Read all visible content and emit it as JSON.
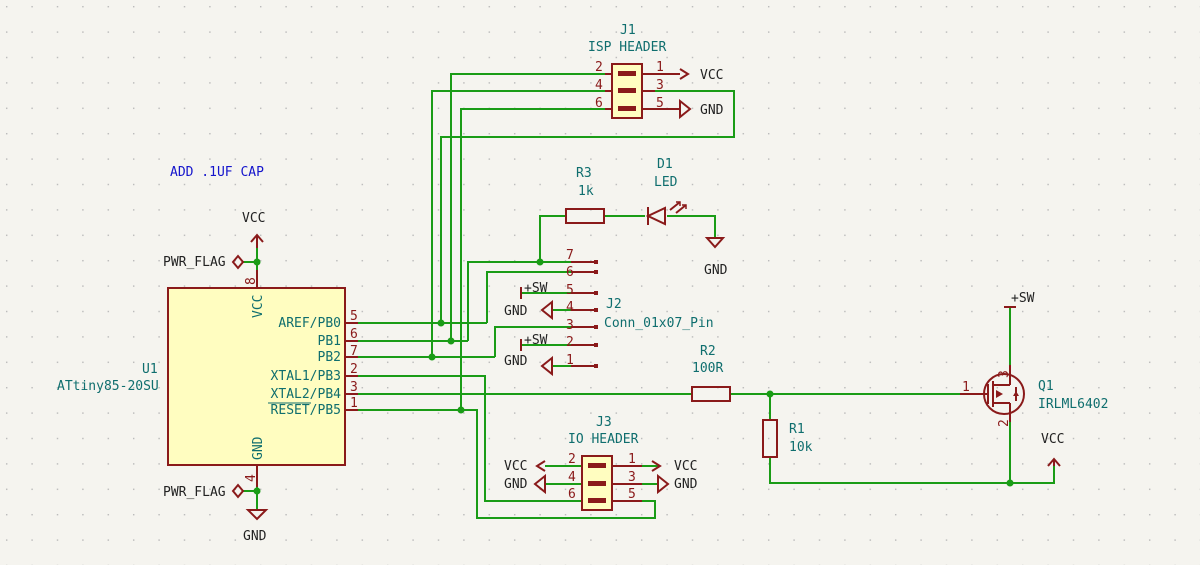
{
  "note": "ADD .1UF CAP",
  "labels": {
    "vcc": "VCC",
    "gnd": "GND",
    "sw": "+SW",
    "pwr_flag": "PWR_FLAG"
  },
  "components": {
    "j1": {
      "ref": "J1",
      "value": "ISP HEADER",
      "pins": [
        "1",
        "2",
        "3",
        "4",
        "5",
        "6"
      ]
    },
    "j2": {
      "ref": "J2",
      "value": "Conn_01x07_Pin",
      "pins": [
        "1",
        "2",
        "3",
        "4",
        "5",
        "6",
        "7"
      ]
    },
    "j3": {
      "ref": "J3",
      "value": "IO HEADER",
      "pins": [
        "1",
        "2",
        "3",
        "4",
        "5",
        "6"
      ]
    },
    "r1": {
      "ref": "R1",
      "value": "10k"
    },
    "r2": {
      "ref": "R2",
      "value": "100R"
    },
    "r3": {
      "ref": "R3",
      "value": "1k"
    },
    "d1": {
      "ref": "D1",
      "value": "LED"
    },
    "q1": {
      "ref": "Q1",
      "value": "IRLML6402",
      "pins": [
        "1",
        "2",
        "3"
      ]
    },
    "u1": {
      "ref": "U1",
      "value": "ATtiny85-20SU",
      "pin_names": [
        "AREF/PB0",
        "PB1",
        "PB2",
        "XTAL1/PB3",
        "XTAL2/PB4",
        "RESET/PB5",
        "VCC",
        "GND"
      ],
      "pin_numbers": [
        "5",
        "6",
        "7",
        "2",
        "3",
        "1",
        "8",
        "4"
      ]
    }
  }
}
